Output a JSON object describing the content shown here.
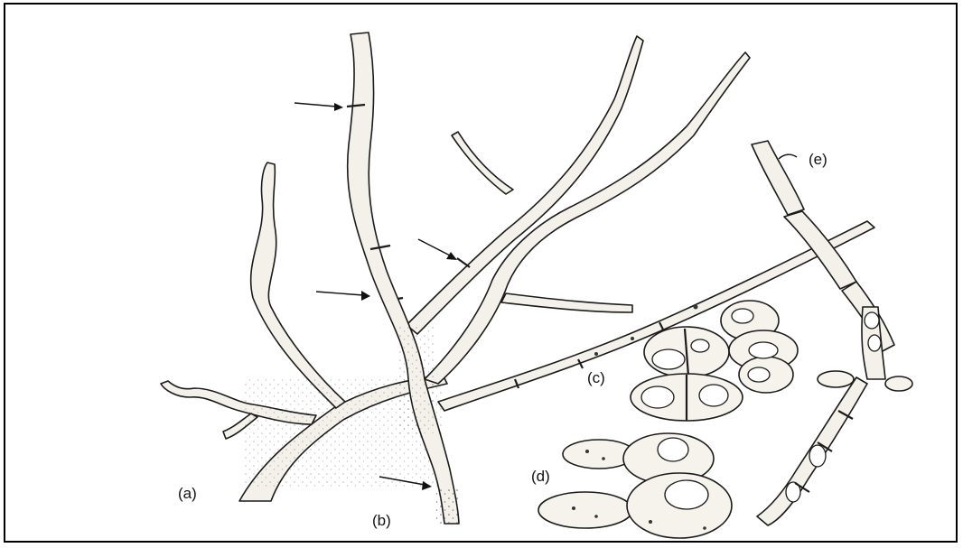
{
  "figure": {
    "labels": {
      "a": "(a)",
      "b": "(b)",
      "c": "(c)",
      "d": "(d)",
      "e": "(e)"
    }
  },
  "colors": {
    "ink": "#1b1b1b",
    "cytoplasm": "#f3f1ea",
    "frame": "#000000"
  }
}
